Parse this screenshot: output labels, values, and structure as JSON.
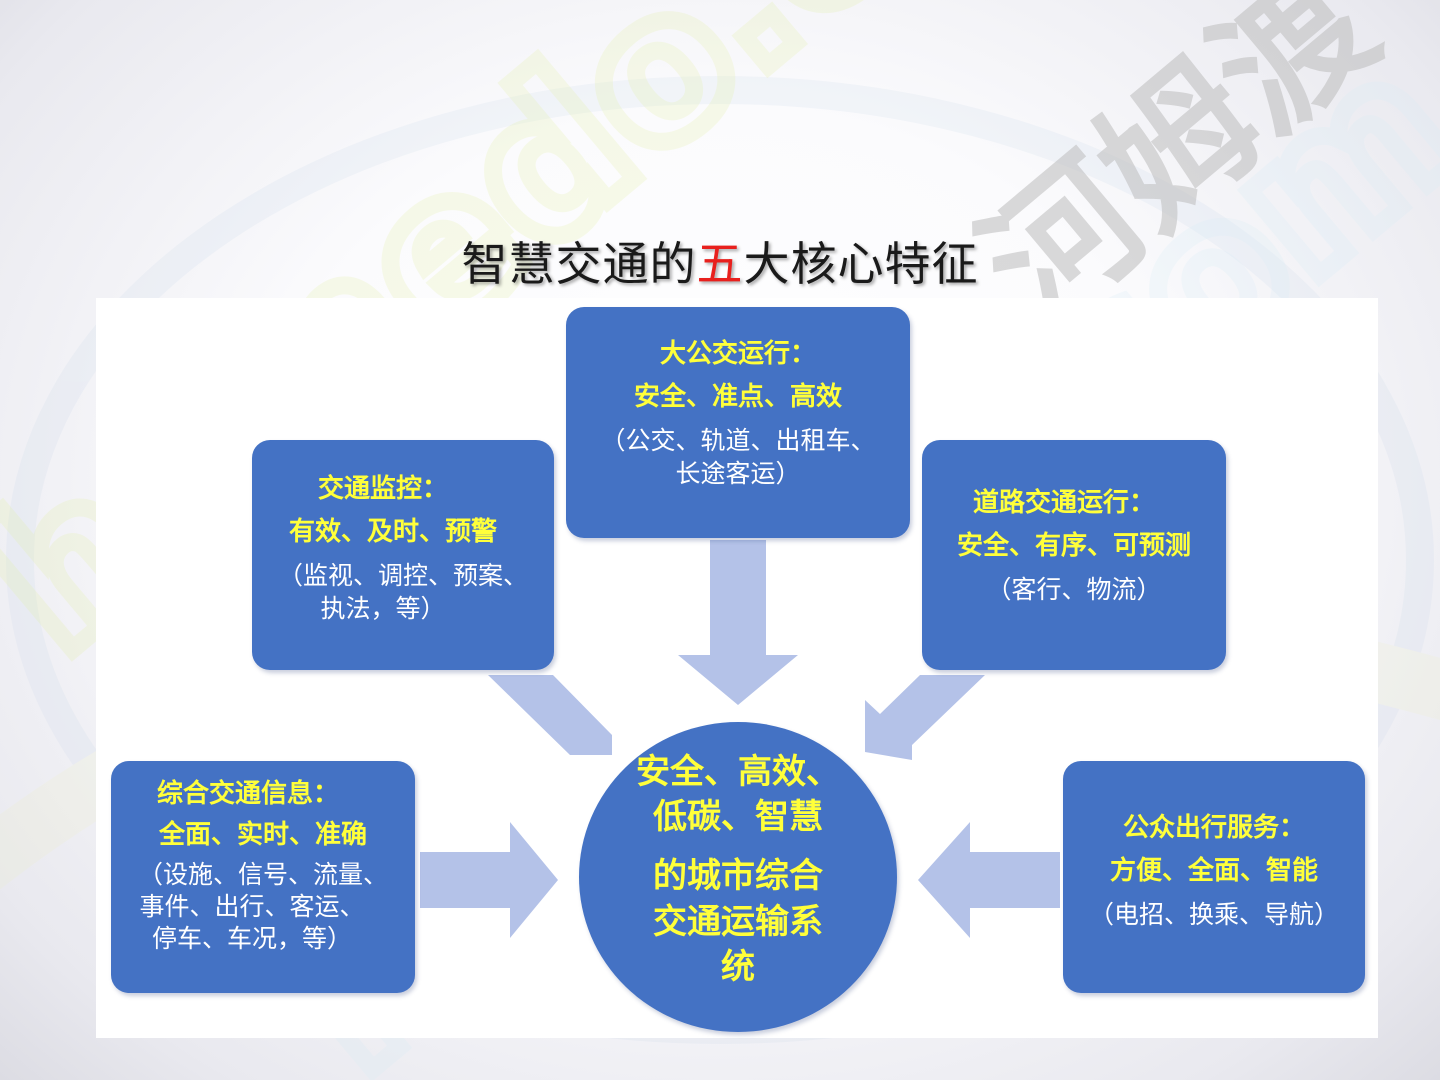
{
  "title": {
    "prefix": "智慧交通的",
    "highlight": "五",
    "suffix": "大核心特征",
    "highlight_color": "#e8201d"
  },
  "colors": {
    "box_fill": "#4472c4",
    "heading_text": "#ffff3a",
    "note_text": "#ffffff",
    "arrow_fill": "#b4c2e8"
  },
  "center": {
    "lines": [
      "安全、高效、",
      "低碳、智慧",
      "的城市综合",
      "交通运输系",
      "统"
    ]
  },
  "nodes": {
    "top": {
      "heading": "大公交运行：",
      "subheading": "安全、准点、高效",
      "note": [
        "（公交、轨道、出租车、",
        "长途客运）"
      ]
    },
    "upper_left": {
      "heading": "交通监控：",
      "subheading": "有效、及时、预警",
      "note": [
        "（监视、调控、预案、",
        "执法，等）"
      ]
    },
    "upper_right": {
      "heading": "道路交通运行：",
      "subheading": "安全、有序、可预测",
      "note": [
        "（客行、物流）"
      ]
    },
    "lower_left": {
      "heading": "综合交通信息：",
      "subheading": "全面、实时、准确",
      "note": [
        "（设施、信号、流量、",
        "事件、出行、客运、",
        "停车、车况，等）"
      ]
    },
    "lower_right": {
      "heading": "公众出行服务：",
      "subheading": "方便、全面、智能",
      "note": [
        "（电招、换乘、导航）"
      ]
    }
  }
}
